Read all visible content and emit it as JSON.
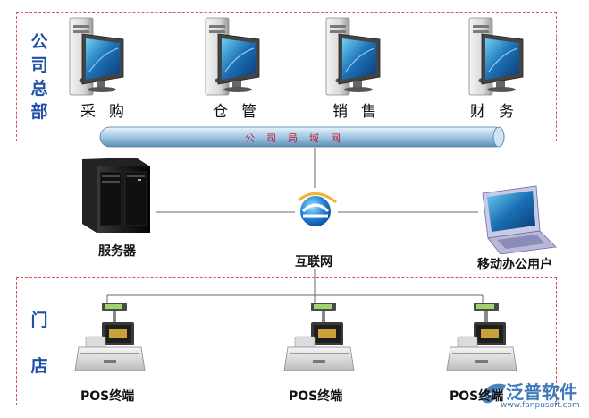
{
  "hq": {
    "label": "公司总部",
    "label_chars": [
      "公",
      "司",
      "总",
      "部"
    ],
    "departments": [
      {
        "chars": [
          "采",
          "购"
        ]
      },
      {
        "chars": [
          "仓",
          "管"
        ]
      },
      {
        "chars": [
          "销",
          "售"
        ]
      },
      {
        "chars": [
          "财",
          "务"
        ]
      }
    ],
    "lan_label": "公司局域网"
  },
  "network": {
    "server_label": "服务器",
    "internet_label": "互联网",
    "mobile_label": "移动办公用户"
  },
  "stores": {
    "label_chars": [
      "门",
      "店"
    ],
    "terminals": [
      {
        "label": "POS终端"
      },
      {
        "label": "POS终端"
      },
      {
        "label": "POS终端"
      }
    ]
  },
  "watermark": {
    "brand": "泛普软件",
    "url": "www.fanpusoft.com"
  },
  "colors": {
    "dashed_border": "#d9535f",
    "side_label": "#1f4fa6",
    "lan_text": "#c2152b",
    "lan_pipe": "#a9cde6"
  }
}
